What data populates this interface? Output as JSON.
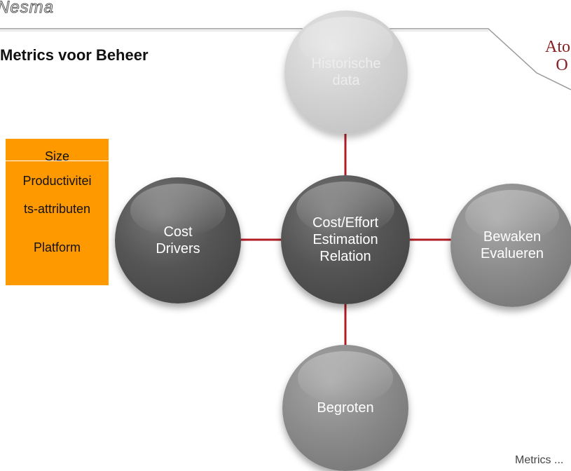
{
  "header": {
    "logo_text": "Nesma",
    "title": "Metrics voor Beheer",
    "brand_line1": "Ato",
    "brand_line2": "O"
  },
  "attributes_box": {
    "items": [
      "Size",
      "Productivitei",
      "ts-attributen",
      "Platform"
    ],
    "color": "#ff9900"
  },
  "diagram": {
    "center": {
      "lines": [
        "Cost/Effort",
        "Estimation",
        "Relation"
      ]
    },
    "nodes": {
      "top": {
        "lines": [
          "Historische",
          "data"
        ]
      },
      "left": {
        "lines": [
          "Cost",
          "Drivers"
        ]
      },
      "right": {
        "lines": [
          "Bewaken",
          "Evalueren"
        ]
      },
      "bottom": {
        "lines": [
          "Begroten"
        ]
      }
    },
    "connector_color": "#b01e24"
  },
  "footer": {
    "text": "Metrics ..."
  }
}
